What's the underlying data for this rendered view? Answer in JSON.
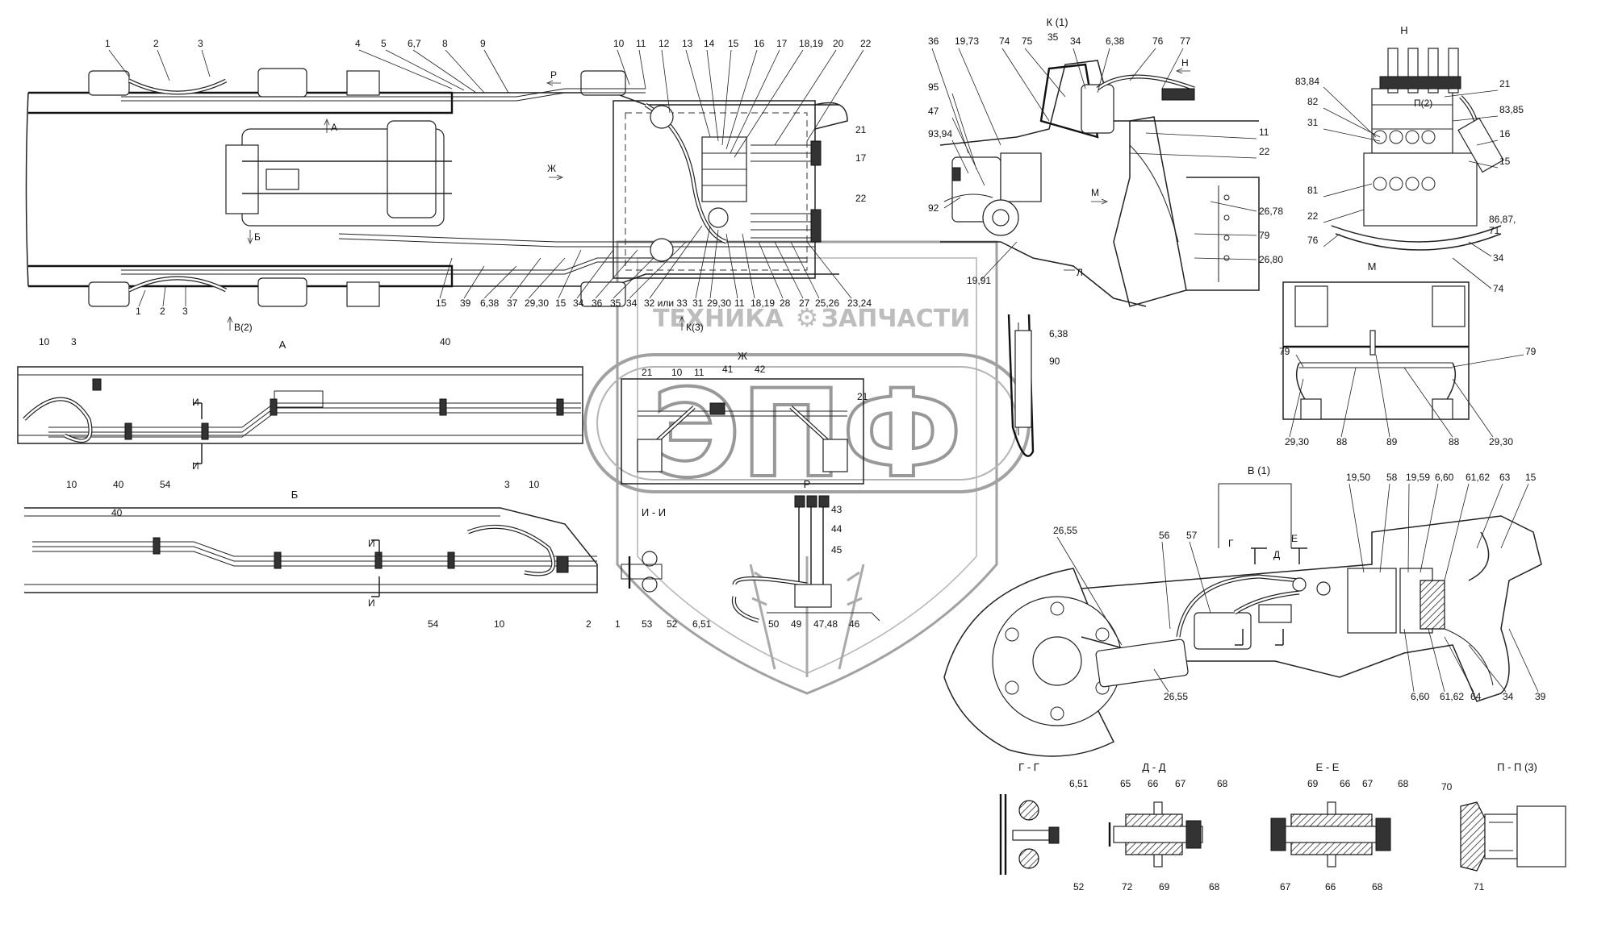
{
  "watermark": {
    "brand": "ЭПФ",
    "line1": "ТЕХНИКА",
    "line2": "ЗАПЧАСТИ"
  },
  "views": {
    "K": "К (1)",
    "H": "Н",
    "A": "А",
    "B": "Б",
    "V": "В (1)",
    "M": "М",
    "G": "Г - Г",
    "D": "Д - Д",
    "E": "Е - Е",
    "P": "П - П (3)",
    "I": "И - И",
    "Zh": "Ж",
    "R": "Р"
  },
  "arrows": {
    "A": "А",
    "B": "Б",
    "V": "В(2)",
    "K": "К(3)",
    "Zh": "Ж",
    "R": "Р",
    "N": "Н",
    "M": "М",
    "L": "Л",
    "I": "И",
    "G": "Г",
    "D": "Д",
    "E": "Е",
    "P": "П(2)"
  },
  "callouts": {
    "top": [
      "1",
      "2",
      "3",
      "4",
      "5",
      "6,7",
      "8",
      "9",
      "10",
      "11",
      "12",
      "13",
      "14",
      "15",
      "16",
      "17",
      "18,19",
      "20",
      "22",
      "21",
      "17",
      "22"
    ],
    "bottom": [
      "1",
      "2",
      "3",
      "15",
      "39",
      "6,38",
      "37",
      "29,30",
      "15",
      "34",
      "36",
      "35",
      "34",
      "32 или 33",
      "31",
      "29,30",
      "11",
      "18,19",
      "28",
      "27",
      "25,26",
      "23,24"
    ],
    "k": [
      "36",
      "19,73",
      "74",
      "75",
      "35",
      "34",
      "6,38",
      "76",
      "77",
      "95",
      "47",
      "93,94",
      "92",
      "11",
      "22",
      "26,78",
      "79",
      "26,80",
      "19,91",
      "6,38",
      "90"
    ],
    "h": [
      "83,84",
      "82",
      "31",
      "21",
      "83,85",
      "16",
      "15",
      "81",
      "22",
      "86,87,",
      "71",
      "76",
      "34",
      "74"
    ],
    "m": [
      "79",
      "79",
      "29,30",
      "88",
      "89",
      "88",
      "29,30"
    ],
    "a": [
      "10",
      "3",
      "40",
      "10",
      "54",
      "40"
    ],
    "b": [
      "3",
      "10",
      "40",
      "10",
      "2",
      "1",
      "54"
    ],
    "zh": [
      "21",
      "10",
      "11",
      "41",
      "42",
      "21"
    ],
    "r": [
      "43",
      "44",
      "45",
      "50",
      "49",
      "47,48",
      "46"
    ],
    "ii": [
      "53",
      "52",
      "6,51"
    ],
    "v": [
      "19,50",
      "58",
      "19,59",
      "6,60",
      "61,62",
      "63",
      "15",
      "26,55",
      "56",
      "57",
      "26,55",
      "6,60",
      "61,62",
      "64",
      "34",
      "39"
    ],
    "g": [
      "6,51",
      "52"
    ],
    "d": [
      "65",
      "66",
      "67",
      "72",
      "69",
      "68"
    ],
    "e": [
      "68",
      "69",
      "66",
      "67",
      "68",
      "67",
      "66",
      "68"
    ],
    "p": [
      "70",
      "71"
    ]
  }
}
